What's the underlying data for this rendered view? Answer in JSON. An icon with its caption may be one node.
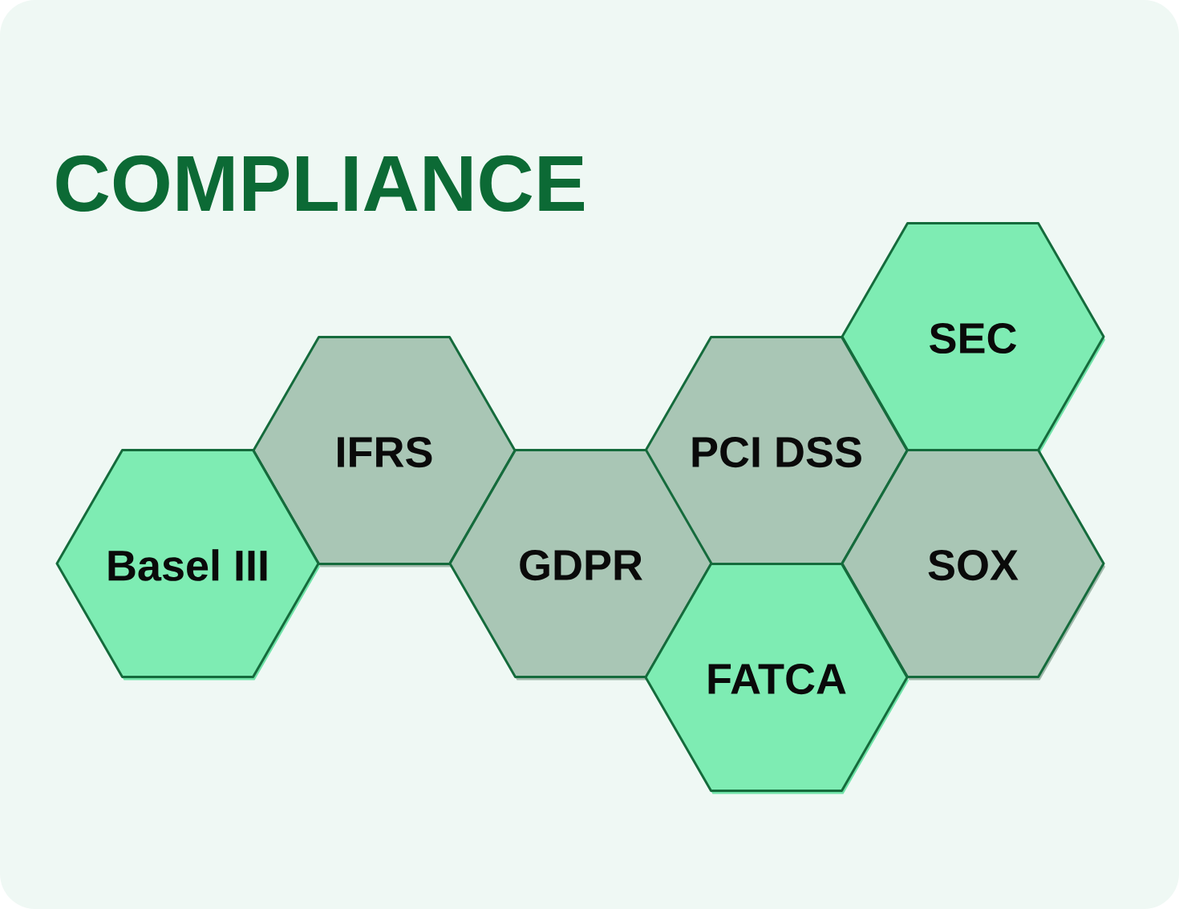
{
  "diagram": {
    "title": "COMPLIANCE",
    "nodes": [
      {
        "text": [
          "SEC"
        ]
      },
      {
        "text": [
          "IFRS"
        ]
      },
      {
        "text": [
          "PCI DSS"
        ]
      },
      {
        "text": [
          "Basel III"
        ]
      },
      {
        "text": [
          "GDPR"
        ]
      },
      {
        "text": [
          "SOX"
        ]
      },
      {
        "text": [
          "FATCA"
        ]
      }
    ]
  }
}
